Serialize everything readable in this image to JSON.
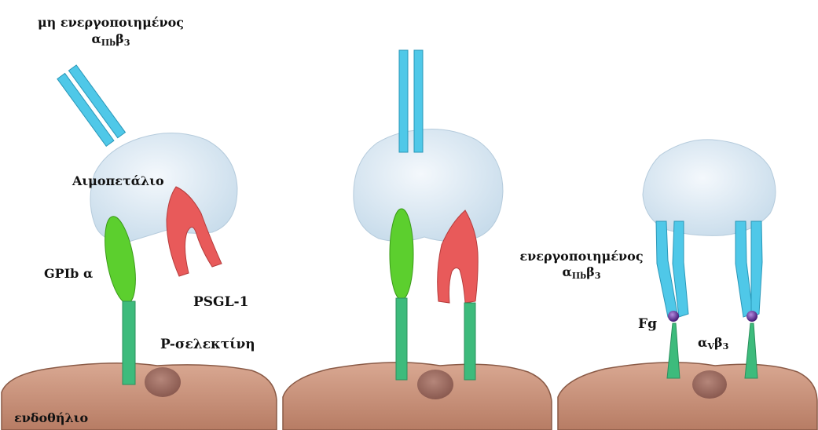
{
  "panels": [
    {
      "id": "resting",
      "labels": {
        "integrin_title_line1": "μη ενεργοποιημένος",
        "integrin_title_line2_main": "α",
        "integrin_title_line2_sub1": "IIb",
        "integrin_title_line2_beta": "β",
        "integrin_title_line2_sub2": "3",
        "platelet": "Αιμοπετάλιο",
        "gpib": "GPIb α",
        "psgl1": "PSGL-1",
        "pselectin": "P-σελεκτίνη",
        "endothelium": "ενδοθήλιο"
      }
    },
    {
      "id": "tethering",
      "labels": {}
    },
    {
      "id": "activated",
      "labels": {
        "integrin_title_line1": "ενεργοποιημένος",
        "integrin_title_line2_main": "α",
        "integrin_title_line2_sub1": "IIb",
        "integrin_title_line2_beta": "β",
        "integrin_title_line2_sub2": "3",
        "fg": "Fg",
        "avb3_a": "α",
        "avb3_sub1": "V",
        "avb3_b": "β",
        "avb3_sub2": "3"
      }
    }
  ],
  "colors": {
    "platelet": "#dbe9f4",
    "integrin": "#4fc8e8",
    "gpib": "#5ccf2e",
    "psgl1": "#e85a5a",
    "pselectin": "#3dbb7c",
    "cell": "#c48c74",
    "nucleus": "#9c6c62",
    "fg": "#6a3a9c"
  }
}
